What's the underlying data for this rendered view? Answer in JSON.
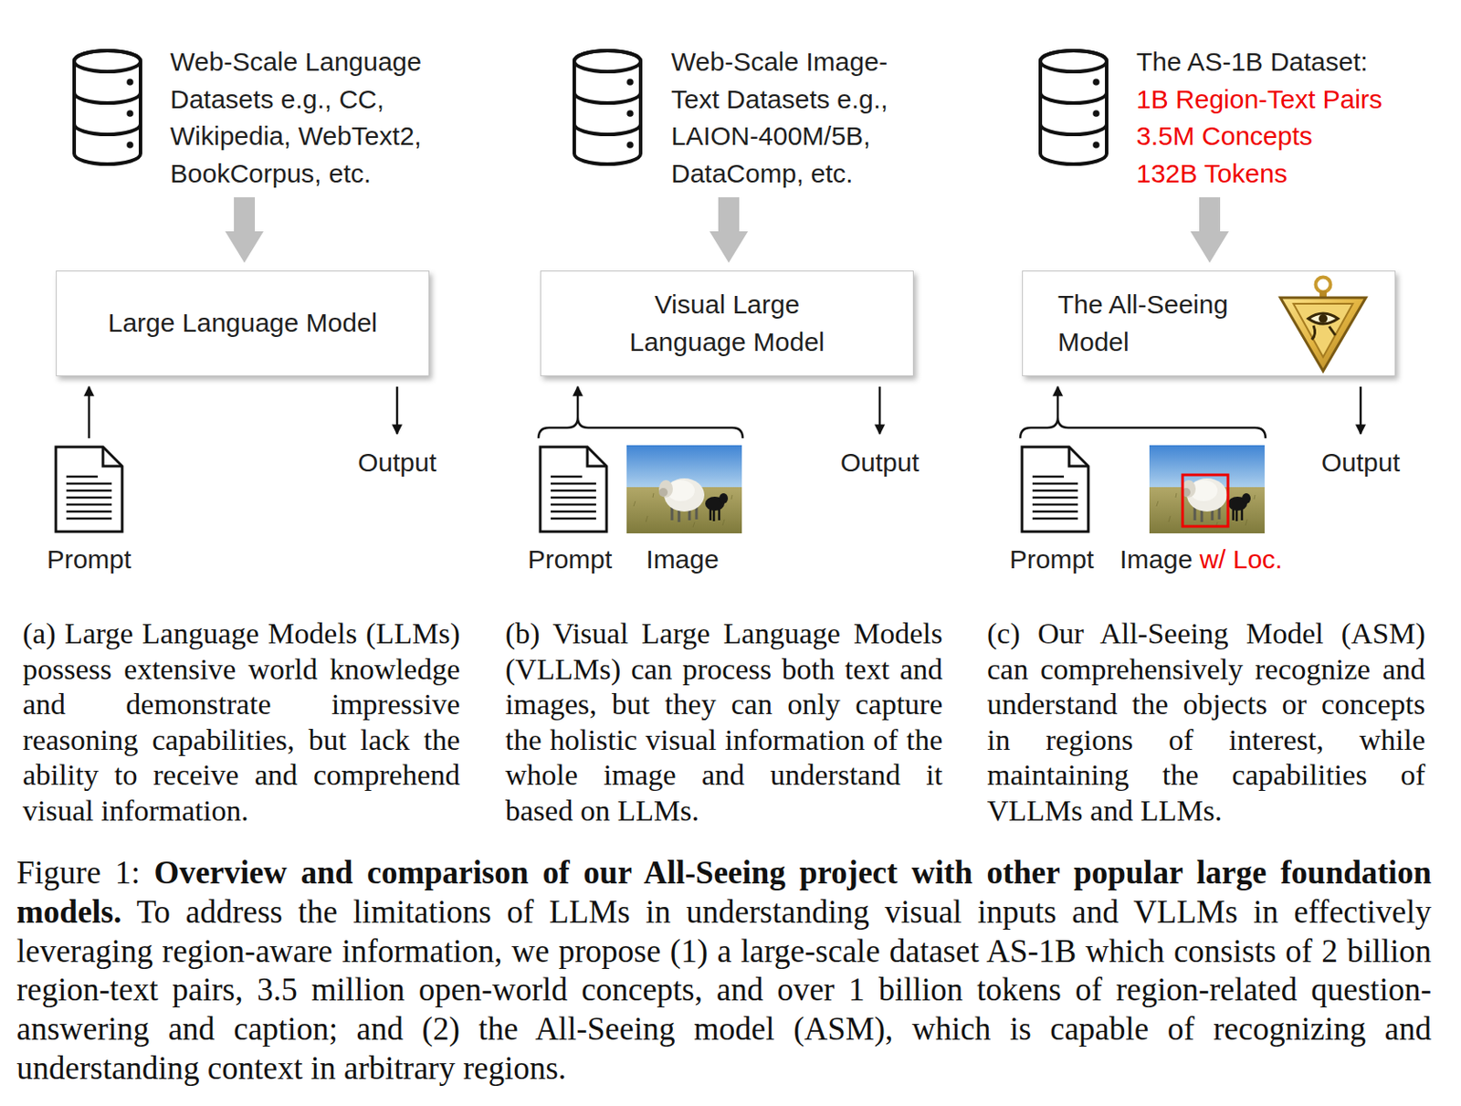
{
  "diagram": {
    "caption": "Figure 1: Overview and comparison of our All-Seeing project with other popular large foundation models. To address the limitations of LLMs in understanding visual inputs and VLLMs in effectively leveraging region-aware information, we propose (1) a large-scale dataset AS-1B which consists of 2 billion region-text pairs, 3.5 million open-world concepts, and over 1 billion tokens of region-related question-answering and caption; and (2) the All-Seeing model (ASM), which is capable of recognizing and understanding context in arbitrary regions.",
    "nodes": [
      {
        "text": [
          "Large Language Model"
        ]
      },
      {
        "text": [
          "Visual Large Language Model"
        ]
      },
      {
        "text": [
          "The All-Seeing Model"
        ]
      }
    ],
    "labels": [
      "Web-Scale Language Datasets e.g., CC, Wikipedia, WebText2, BookCorpus, etc.",
      "Web-Scale Image-Text Datasets e.g., LAION-400M/5B, DataComp, etc.",
      "The AS-1B Dataset:",
      "1B Region-Text Pairs",
      "3.5M Concepts",
      "132B Tokens",
      "Output",
      "Output",
      "Output",
      "Prompt",
      "Prompt",
      "Image",
      "Prompt",
      "Image",
      "w/ Loc.",
      "(a) Large Language Models (LLMs) possess extensive world knowledge and demonstrate impressive reasoning capabilities, but lack the ability to receive and comprehend visual information.",
      "(b) Visual Large Language Models (VLLMs) can process both text and images, but they can only capture the holistic visual information of the whole image and understand it based on LLMs.",
      "(c) Our All-Seeing Model (ASM) can comprehensively recognize and understand the objects or concepts in regions of interest, while maintaining the capabilities of VLLMs and LLMs."
    ]
  }
}
